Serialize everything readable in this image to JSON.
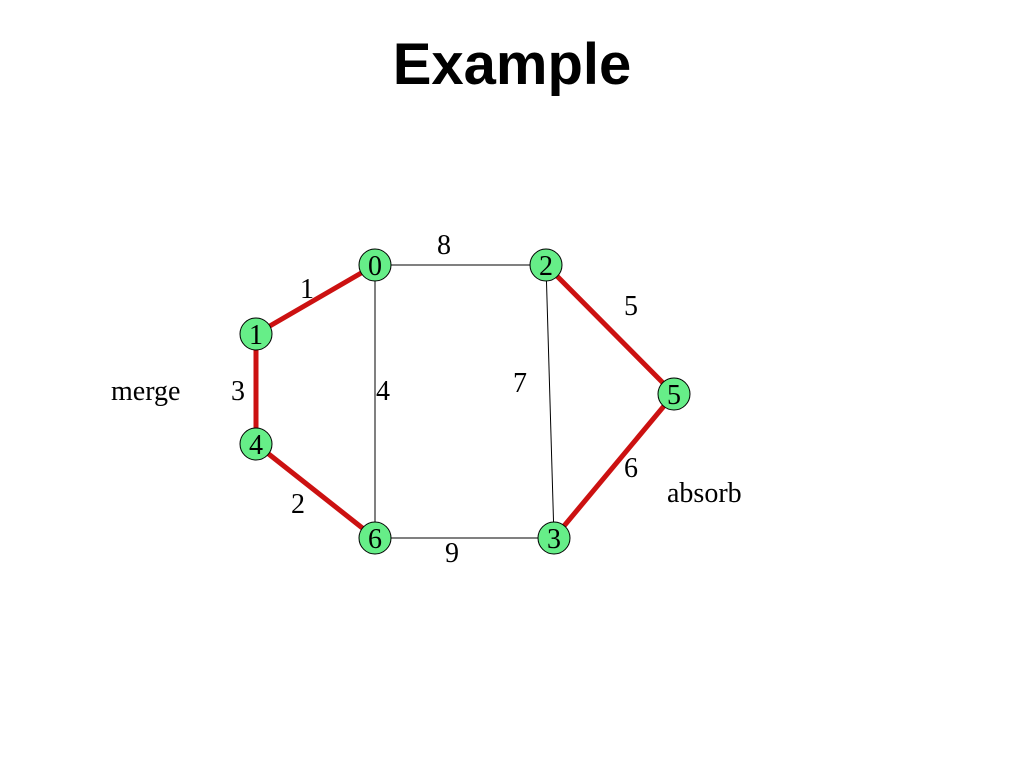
{
  "slide": {
    "title": "Example",
    "annotations": {
      "merge": "merge",
      "absorb": "absorb"
    }
  },
  "colors": {
    "node_fill": "#66ee88",
    "node_stroke": "#000000",
    "thin_edge": "#000000",
    "highlight_edge": "#cc1111"
  },
  "graph": {
    "nodes": [
      {
        "id": "0",
        "label": "0"
      },
      {
        "id": "1",
        "label": "1"
      },
      {
        "id": "2",
        "label": "2"
      },
      {
        "id": "3",
        "label": "3"
      },
      {
        "id": "4",
        "label": "4"
      },
      {
        "id": "5",
        "label": "5"
      },
      {
        "id": "6",
        "label": "6"
      }
    ],
    "edges": [
      {
        "from": "0",
        "to": "1",
        "weight": "1",
        "highlighted": true
      },
      {
        "from": "1",
        "to": "4",
        "weight": "3",
        "highlighted": true
      },
      {
        "from": "4",
        "to": "6",
        "weight": "2",
        "highlighted": true
      },
      {
        "from": "0",
        "to": "6",
        "weight": "4",
        "highlighted": false
      },
      {
        "from": "0",
        "to": "2",
        "weight": "8",
        "highlighted": false
      },
      {
        "from": "2",
        "to": "3",
        "weight": "7",
        "highlighted": false
      },
      {
        "from": "2",
        "to": "5",
        "weight": "5",
        "highlighted": true
      },
      {
        "from": "5",
        "to": "3",
        "weight": "6",
        "highlighted": true
      },
      {
        "from": "6",
        "to": "3",
        "weight": "9",
        "highlighted": false
      }
    ]
  }
}
